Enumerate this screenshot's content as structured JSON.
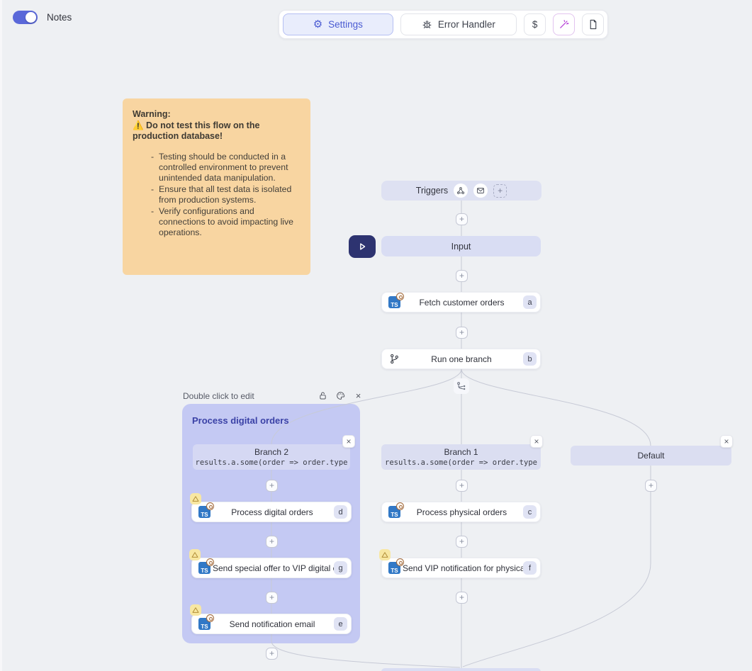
{
  "glyphs": {
    "plus": "+",
    "close": "×",
    "gear": "⚙",
    "dollar": "$"
  },
  "header": {
    "notes_label": "Notes",
    "settings_label": "Settings",
    "error_handler_label": "Error Handler"
  },
  "note": {
    "title": "Warning:",
    "alert": "⚠️ Do not test this flow on the production database!",
    "bullets": [
      "Testing should be conducted in a controlled environment to prevent unintended data manipulation.",
      "Ensure that all test data is isolated from production systems.",
      "Verify configurations and connections to avoid impacting live operations."
    ]
  },
  "flow": {
    "triggers_label": "Triggers",
    "input_label": "Input",
    "ts_icon_label": "TS",
    "fetch_node": {
      "label": "Fetch customer orders",
      "badge": "a"
    },
    "branch_node": {
      "label": "Run one branch",
      "badge": "b"
    },
    "group": {
      "hint": "Double click to edit",
      "title": "Process digital orders"
    },
    "branch2": {
      "title": "Branch 2",
      "condition": "results.a.some(order => order.type"
    },
    "branch1": {
      "title": "Branch 1",
      "condition": "results.a.some(order => order.type"
    },
    "default_branch": {
      "title": "Default"
    },
    "nodes_branch2": [
      {
        "label": "Process digital orders",
        "badge": "d"
      },
      {
        "label": "Send special offer to VIP digital c...",
        "badge": "g"
      },
      {
        "label": "Send notification email",
        "badge": "e"
      }
    ],
    "nodes_branch1": [
      {
        "label": "Process physical orders",
        "badge": "c"
      },
      {
        "label": "Send VIP notification for physical...",
        "badge": "f"
      }
    ]
  },
  "colors": {
    "accent": "#4a5bd2",
    "group_bg": "#c4c9f3",
    "note_bg": "#f8d5a1",
    "canvas_bg": "#eef0f3",
    "warning_badge_bg": "#f8e7a2",
    "ts_icon_bg": "#3178c6",
    "play_button_bg": "#2d3370"
  }
}
